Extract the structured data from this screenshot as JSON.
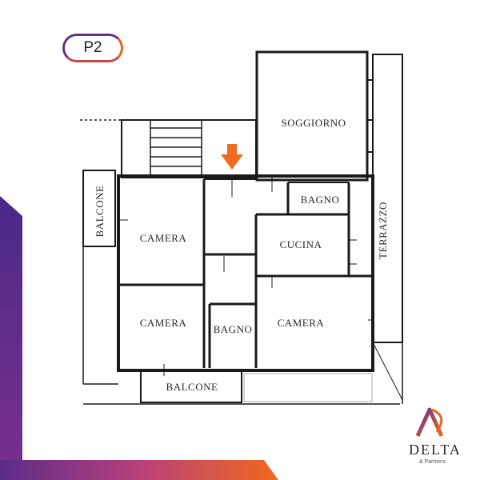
{
  "badge": {
    "label": "P2"
  },
  "rooms": {
    "soggiorno": "SOGGIORNO",
    "bagno_top": "BAGNO",
    "camera_left_top": "CAMERA",
    "cucina": "CUCINA",
    "camera_left_bottom": "CAMERA",
    "bagno_bottom": "BAGNO",
    "camera_right": "CAMERA",
    "balcone_left": "BALCONE",
    "balcone_bottom": "BALCONE",
    "terrazzo": "TERRAZZO"
  },
  "logo": {
    "name": "DELTA",
    "subtitle": "& Partners"
  },
  "colors": {
    "purple": "#5b2a86",
    "orange": "#ef6a1a",
    "wall": "#1a1a1a",
    "arrow": "#f06a22"
  },
  "icons": {
    "entrance_marker": "arrow-down-icon"
  }
}
